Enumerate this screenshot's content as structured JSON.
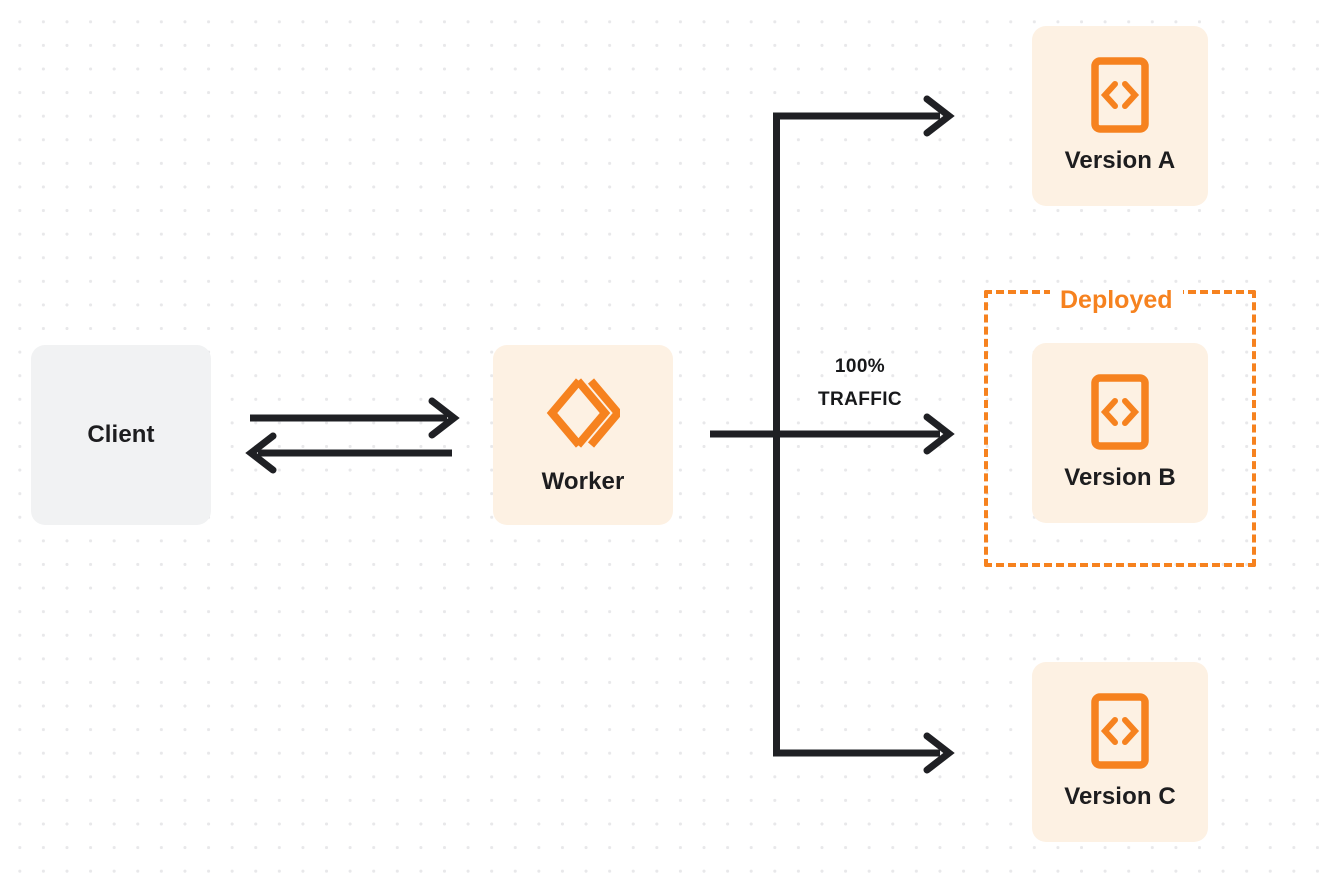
{
  "diagram": {
    "title": "Worker traffic routing to versions",
    "background": {
      "type": "dot-grid",
      "dot_color": "#e8e8ea",
      "page_color": "#ffffff"
    },
    "colors": {
      "accent_orange": "#f6821f",
      "card_cream": "#fdf1e3",
      "card_gray": "#f1f2f3",
      "text_dark": "#1d1d1f",
      "line_dark": "#1f2024"
    }
  },
  "nodes": {
    "client": {
      "label": "Client"
    },
    "worker": {
      "label": "Worker",
      "icon": "cloudflare-workers-logo"
    },
    "version_a": {
      "label": "Version A",
      "icon": "code-file-icon"
    },
    "version_b": {
      "label": "Version B",
      "icon": "code-file-icon"
    },
    "version_c": {
      "label": "Version C",
      "icon": "code-file-icon"
    }
  },
  "annotations": {
    "deployed_badge": "Deployed",
    "traffic_percent": "100%",
    "traffic_word": "TRAFFIC"
  },
  "connectors": {
    "client_to_worker": {
      "direction": "right",
      "arrowhead": "open-chevron"
    },
    "worker_to_client": {
      "direction": "left",
      "arrowhead": "open-chevron"
    },
    "worker_to_version_a": {
      "direction": "right",
      "arrowhead": "open-chevron"
    },
    "worker_to_version_b": {
      "direction": "right",
      "arrowhead": "open-chevron"
    },
    "worker_to_version_c": {
      "direction": "right",
      "arrowhead": "open-chevron"
    }
  }
}
